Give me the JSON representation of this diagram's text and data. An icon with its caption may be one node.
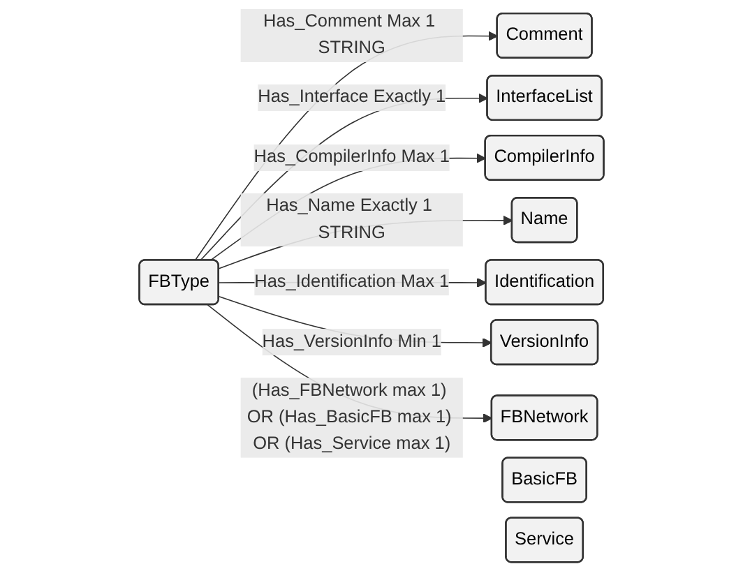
{
  "diagram": {
    "nodes": [
      {
        "text": [
          "Comment"
        ]
      },
      {
        "text": [
          "InterfaceList"
        ]
      },
      {
        "text": [
          "CompilerInfo"
        ]
      },
      {
        "text": [
          "Name"
        ]
      },
      {
        "text": [
          "FBType"
        ]
      },
      {
        "text": [
          "Identification"
        ]
      },
      {
        "text": [
          "VersionInfo"
        ]
      },
      {
        "text": [
          "BasicFB"
        ]
      },
      {
        "text": [
          "FBNetwork"
        ]
      },
      {
        "text": [
          "Service"
        ]
      }
    ],
    "edges": [
      {
        "from": 4,
        "to": 0,
        "arrow": "to",
        "label": "Has_Comment Max 1 STRING"
      },
      {
        "from": 4,
        "to": 1,
        "arrow": "to",
        "label": "Has_Interface Exactly 1"
      },
      {
        "from": 4,
        "to": 2,
        "arrow": "to",
        "label": "Has_CompilerInfo Max 1"
      },
      {
        "from": 4,
        "to": 3,
        "arrow": "to",
        "label": "Has_Name Exactly 1 STRING"
      },
      {
        "from": 4,
        "to": 5,
        "arrow": "to",
        "label": "Has_Identification Max 1"
      },
      {
        "from": 4,
        "to": 6,
        "arrow": "to",
        "label": "Has_VersionInfo Min 1"
      },
      {
        "from": 4,
        "to": 8,
        "arrow": "to",
        "label": "(Has_FBNetwork max 1) OR (Has_BasicFB max 1) OR (Has_Service max 1)"
      }
    ]
  }
}
